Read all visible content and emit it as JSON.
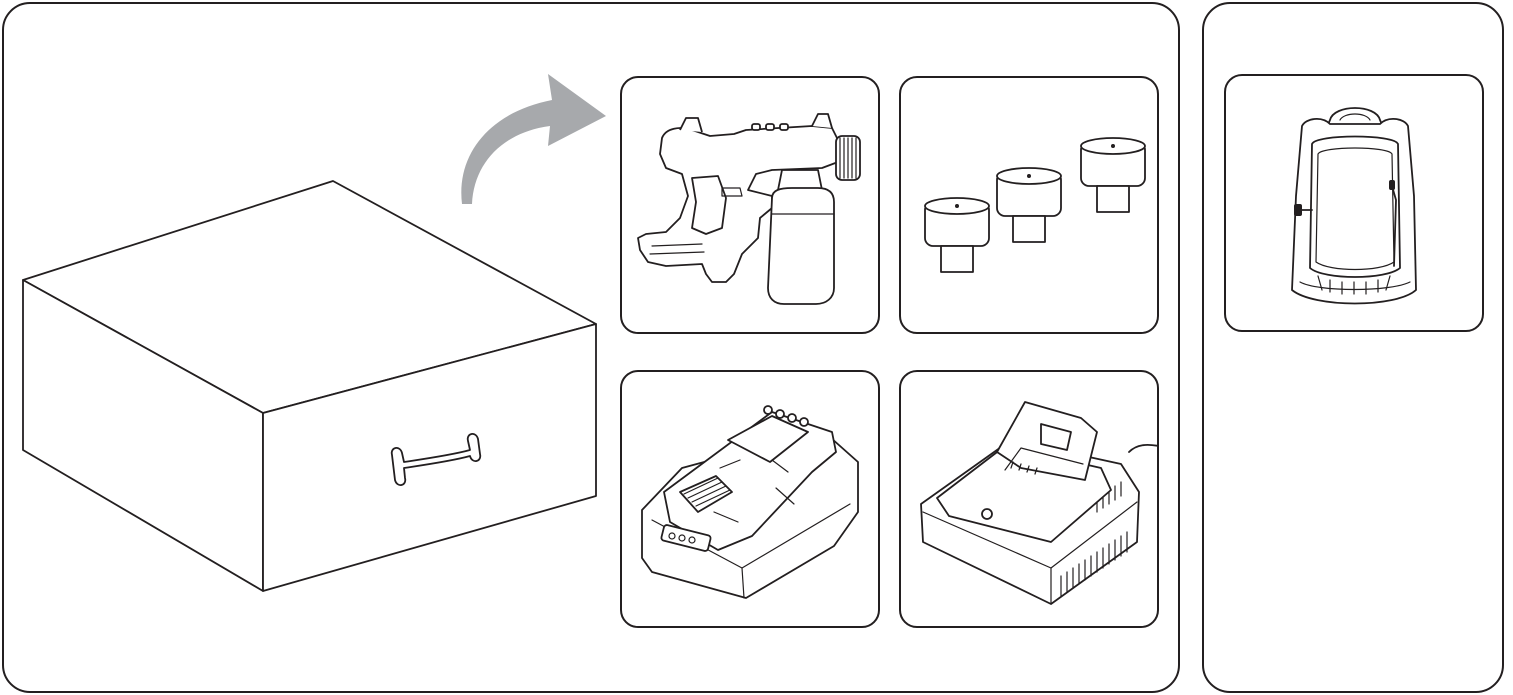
{
  "colors": {
    "line": "#231f20",
    "arrow": "#a7a9ac",
    "background": "#ffffff"
  },
  "main_panel": {
    "box": {
      "icon": "shipping-box-with-handle"
    },
    "arrow": {
      "icon": "curved-arrow-right"
    },
    "items": [
      {
        "id": "sprayer",
        "icon": "handheld-sprayer-gun"
      },
      {
        "id": "nozzles",
        "icon": "spray-nozzle-set"
      },
      {
        "id": "battery",
        "icon": "battery-pack"
      },
      {
        "id": "charger",
        "icon": "battery-charger"
      }
    ]
  },
  "side_panel": {
    "items": [
      {
        "id": "backpack",
        "icon": "carrying-backpack"
      }
    ]
  }
}
